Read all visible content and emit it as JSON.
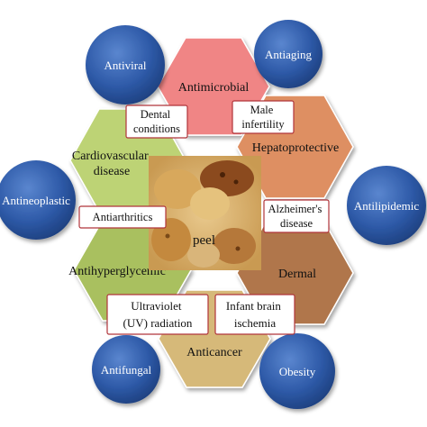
{
  "center": {
    "label": "peel"
  },
  "hexagons": [
    {
      "id": "antimicrobial",
      "lines": [
        "Antimicrobial"
      ],
      "color": "#f08585"
    },
    {
      "id": "hepatoprotective",
      "lines": [
        "Hepatoprotective"
      ],
      "color": "#de8f62"
    },
    {
      "id": "dermal",
      "lines": [
        "Dermal"
      ],
      "color": "#b0764c"
    },
    {
      "id": "anticancer",
      "lines": [
        "Anticancer"
      ],
      "color": "#d6b979"
    },
    {
      "id": "antihyperglycemic",
      "lines": [
        "Antihyperglycemic"
      ],
      "color": "#a9c05e"
    },
    {
      "id": "cardiovascular",
      "lines": [
        "Cardiovascular",
        "disease"
      ],
      "color": "#bdd374"
    }
  ],
  "circles": [
    {
      "id": "antiviral",
      "label": "Antiviral"
    },
    {
      "id": "antiaging",
      "label": "Antiaging"
    },
    {
      "id": "antineoplastic",
      "label": "Antineoplastic"
    },
    {
      "id": "antilipidemic",
      "label": "Antilipidemic"
    },
    {
      "id": "antifungal",
      "label": "Antifungal"
    },
    {
      "id": "obesity",
      "label": "Obesity"
    }
  ],
  "boxes": [
    {
      "id": "dental",
      "lines": [
        "Dental",
        "conditions"
      ]
    },
    {
      "id": "male-infertility",
      "lines": [
        "Male",
        "infertility"
      ]
    },
    {
      "id": "antiarthritics",
      "lines": [
        "Antiarthritics"
      ]
    },
    {
      "id": "alzheimers",
      "lines": [
        "Alzheimer's",
        "disease"
      ]
    },
    {
      "id": "ultraviolet",
      "lines": [
        "Ultraviolet",
        "(UV) radiation"
      ]
    },
    {
      "id": "infant-brain",
      "lines": [
        "Infant brain",
        "ischemia"
      ]
    }
  ],
  "colors": {
    "circle_fill": "#2e5aa8",
    "circle_edge": "#1d3f7e",
    "box_border": "#b0343a",
    "center_fill": "#e8dcc6"
  }
}
